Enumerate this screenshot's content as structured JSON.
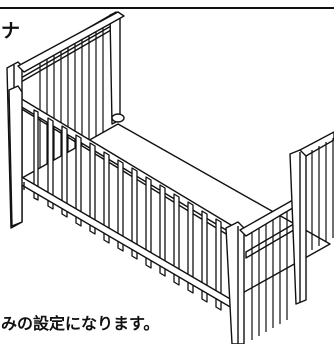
{
  "document": {
    "text_top": "ナ",
    "text_bottom": "みの設定になります。"
  },
  "illustration": {
    "name": "crib-illustration",
    "stroke_color": "#111111",
    "background": "#ffffff"
  }
}
